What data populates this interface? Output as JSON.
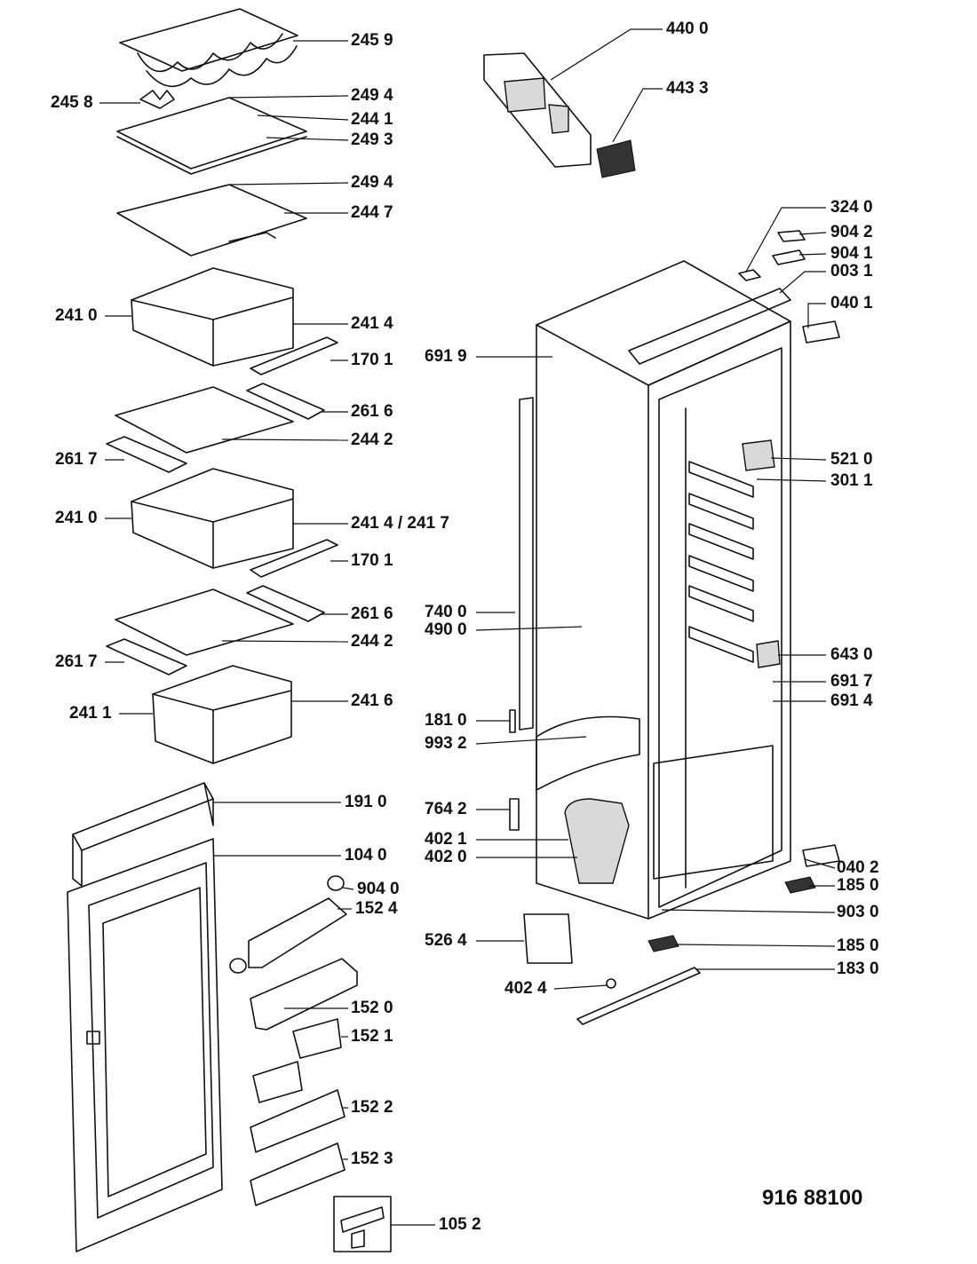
{
  "diagram": {
    "model_code": "916 88100",
    "labels": [
      "245 9",
      "245 8",
      "249 4",
      "244 1",
      "249 3",
      "249 4",
      "244 7",
      "241 0",
      "241 4",
      "170 1",
      "261 6",
      "244 2",
      "261 7",
      "241 0",
      "241 4 / 241 7",
      "170 1",
      "261 6",
      "244 2",
      "261 7",
      "241 1",
      "241 6",
      "191 0",
      "104 0",
      "904 0",
      "152 4",
      "152 0",
      "152 1",
      "152 2",
      "152 3",
      "105 2",
      "440 0",
      "443 3",
      "324 0",
      "904 2",
      "904 1",
      "003 1",
      "040 1",
      "691 9",
      "521 0",
      "301 1",
      "740 0",
      "490 0",
      "643 0",
      "691 7",
      "691 4",
      "181 0",
      "993 2",
      "764 2",
      "402 1",
      "402 0",
      "040 2",
      "185 0",
      "903 0",
      "526 4",
      "185 0",
      "402 4",
      "183 0"
    ]
  }
}
